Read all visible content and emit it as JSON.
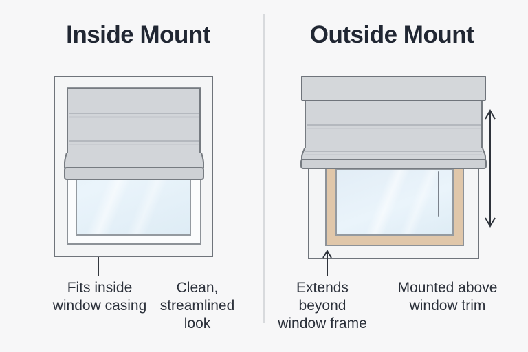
{
  "inside": {
    "title": "Inside Mount",
    "captions": [
      {
        "name": "fits-inside-caption",
        "lines": [
          "Fits inside",
          "window casing"
        ]
      },
      {
        "name": "clean-look-caption",
        "lines": [
          "Clean,",
          "streamlined",
          "look"
        ]
      }
    ]
  },
  "outside": {
    "title": "Outside Mount",
    "captions": [
      {
        "name": "extends-beyond-caption",
        "lines": [
          "Extends",
          "beyond",
          "window frame"
        ]
      },
      {
        "name": "mounted-above-caption",
        "lines": [
          "Mounted above",
          "window trim"
        ]
      }
    ]
  },
  "icons": {
    "height_range_arrow": "vertical-double-arrow-icon",
    "extends_arrow": "up-arrow-icon",
    "fits_inside_pointer": "leader-line"
  },
  "colors": {
    "background": "#f7f7f8",
    "divider": "#d8dadd",
    "title_text": "#212733",
    "caption_text": "#2b303a",
    "casing_fill": "#f4f5f6",
    "casing_border": "#6f747b",
    "frame_fill": "#fbfcfd",
    "frame_border": "#8d9298",
    "glass_blue": "#e6f1f8",
    "shade_gray": "#d2d5d9",
    "shade_border": "#767b81",
    "header_rail_gray": "#d4d7da",
    "bottom_bar_gray": "#ced1d5",
    "trim_tan": "#e0c7aa",
    "arrow_color": "#2e333b"
  }
}
